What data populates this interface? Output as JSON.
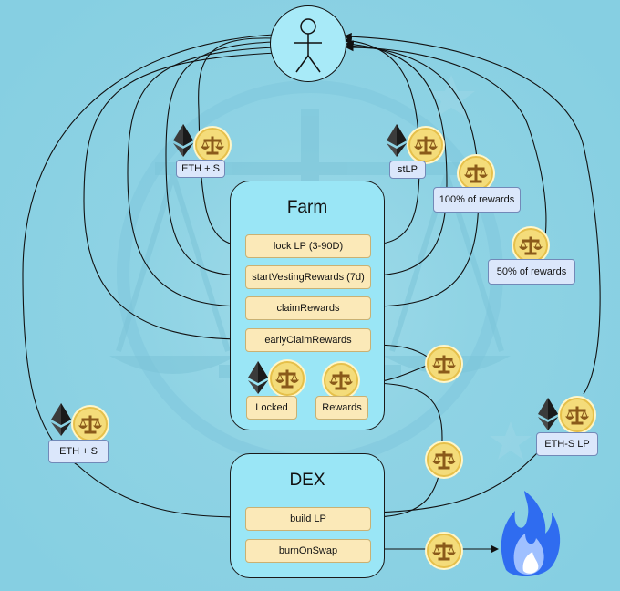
{
  "farm": {
    "title": "Farm",
    "functions": [
      "lock LP (3-90D)",
      "startVestingRewards (7d)",
      "claimRewards",
      "earlyClaimRewards"
    ],
    "locked_label": "Locked",
    "rewards_label": "Rewards"
  },
  "dex": {
    "title": "DEX",
    "functions": [
      "build LP",
      "burnOnSwap"
    ]
  },
  "labels": {
    "eth_s_top": "ETH + S",
    "stlp": "stLP",
    "rewards_100": "100% of rewards",
    "rewards_50": "50% of rewards",
    "eth_s_left": "ETH + S",
    "eth_s_lp": "ETH-S LP"
  },
  "icons": [
    "user-icon",
    "ethereum-icon",
    "scale-token-icon",
    "fire-icon"
  ],
  "colors": {
    "background": "#8fd3e4",
    "box_fill": "#9ae6f6",
    "function_fill": "#fbe9b8",
    "tag_fill": "#dbe7fb",
    "coin_gold": "#f4dc7a",
    "flame_blue": "#2f6cf0"
  }
}
